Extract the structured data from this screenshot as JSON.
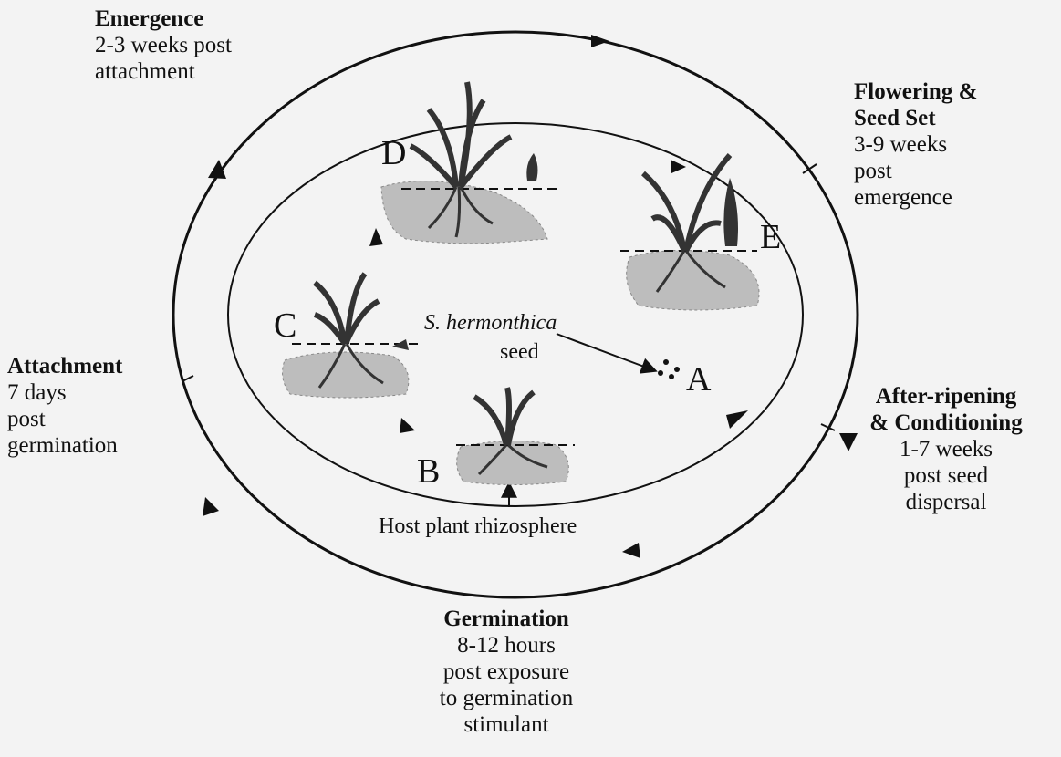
{
  "stages": {
    "emergence": {
      "title": "Emergence",
      "detail": "2-3 weeks post\nattachment"
    },
    "flowering": {
      "title": "Flowering &\nSeed Set",
      "detail": "3-9 weeks\npost\nemergence"
    },
    "after_ripening": {
      "title": "After-ripening\n& Conditioning",
      "detail": "1-7 weeks\npost seed\ndispersal"
    },
    "germination": {
      "title": "Germination",
      "detail": "8-12 hours\npost exposure\nto germination\nstimulant"
    },
    "attachment": {
      "title": "Attachment",
      "detail": "7 days\npost\ngermination"
    }
  },
  "inner": {
    "seed_label_italic": "S. hermonthica",
    "seed_label": "seed",
    "rhizosphere": "Host plant rhizosphere",
    "letters": [
      "A",
      "B",
      "C",
      "D",
      "E"
    ]
  },
  "colors": {
    "ink": "#111111",
    "soil": "#bdbdbd",
    "plant": "#3a3a3a",
    "background": "#f3f3f3"
  }
}
